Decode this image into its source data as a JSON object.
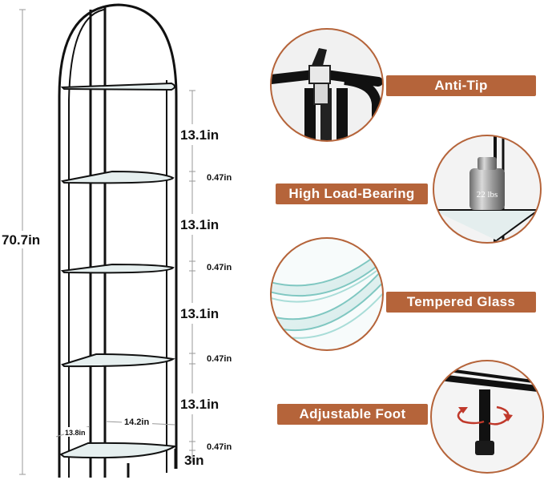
{
  "dimensions": {
    "total_height": "70.7in",
    "shelf_gap": "13.1in",
    "shelf_thickness": "0.47in",
    "foot_height": "3in",
    "depth": "13.8in",
    "width": "14.2in"
  },
  "features": {
    "anti_tip": "Anti-Tip",
    "load_bearing": "High Load-Bearing",
    "tempered_glass": "Tempered Glass",
    "adjustable_foot": "Adjustable Foot"
  },
  "weight_label": "22 lbs",
  "colors": {
    "badge": "#b5643a",
    "frame": "#111111",
    "circle_border": "#b5643a"
  }
}
